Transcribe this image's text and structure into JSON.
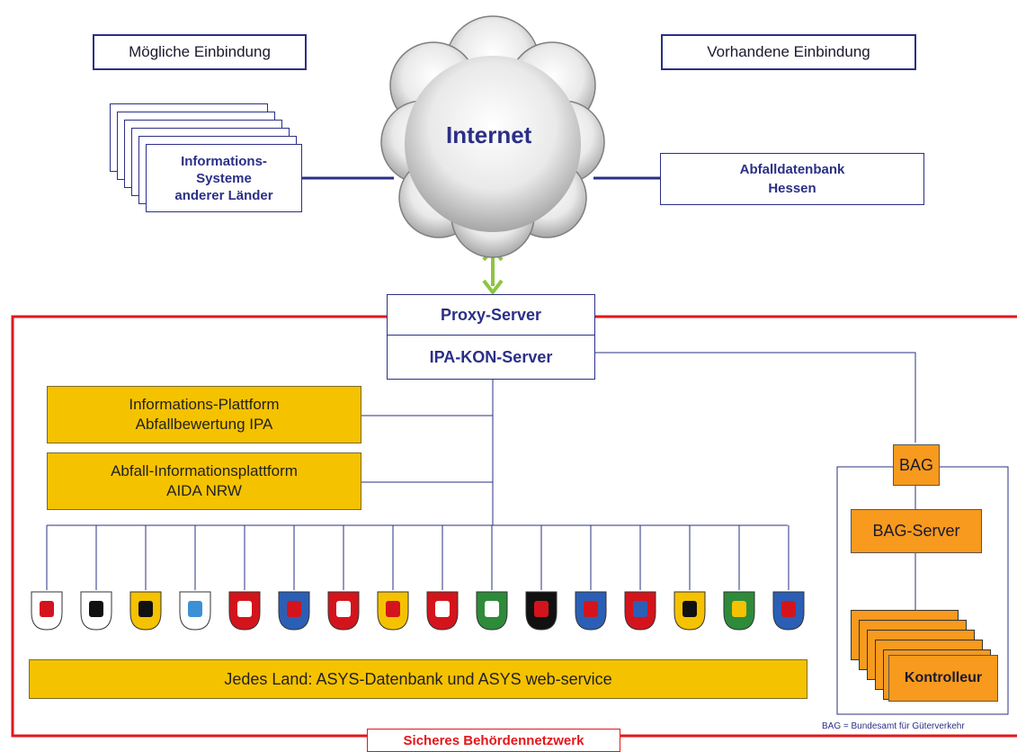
{
  "header": {
    "possible": "Mögliche Einbindung",
    "existing": "Vorhandene Einbindung"
  },
  "cloud": {
    "label": "Internet"
  },
  "nodes": {
    "info_systems": [
      "Informations-",
      "Systeme",
      "anderer Länder"
    ],
    "abfall_db": [
      "Abfalldatenbank",
      "Hessen"
    ],
    "proxy": "Proxy-Server",
    "ipa_kon": "IPA-KON-Server"
  },
  "platforms": {
    "ipa": [
      "Informations-Plattform",
      "Abfallbewertung IPA"
    ],
    "aida": [
      "Abfall-Informationsplattform",
      "AIDA NRW"
    ]
  },
  "states": {
    "count": 16,
    "bar_label": "Jedes Land: ASYS-Datenbank und ASYS web-service"
  },
  "bag": {
    "label": "BAG",
    "server": "BAG-Server",
    "inspector": "Kontrolleur",
    "note": "BAG = Bundesamt für Güterverkehr"
  },
  "network": {
    "label": "Sicheres Behördennetzwerk"
  },
  "colors": {
    "navy": "#2b2f86",
    "red": "#e3161b",
    "gold": "#f5c200",
    "orange": "#f79a1e",
    "arrow": "#8cc63f"
  }
}
